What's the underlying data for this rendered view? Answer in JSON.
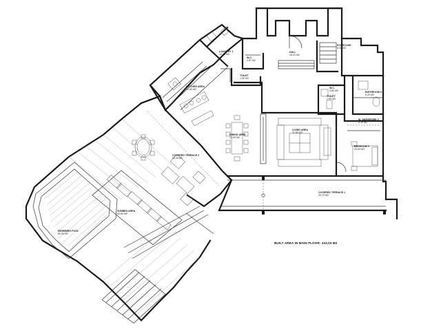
{
  "rooms": [
    {
      "id": "laundry",
      "name": "LAUNDRY 1",
      "area": "10,29 m2"
    },
    {
      "id": "wc_small",
      "name": "W.C.",
      "area": "2,57 m2"
    },
    {
      "id": "toilet_1",
      "name": "TOILET",
      "area": "1,50 m2"
    },
    {
      "id": "hall",
      "name": "HALL",
      "area": "18,20 m2"
    },
    {
      "id": "stairs",
      "name": "STAIRCASE",
      "area": "9,00 m2"
    },
    {
      "id": "kitchen",
      "name": "KITCHEN AREA",
      "area": "21,80 m2"
    },
    {
      "id": "dining",
      "name": "DINING AREA",
      "area": "21,00 m2"
    },
    {
      "id": "living",
      "name": "LIVING AREA",
      "area": "37,80 m2"
    },
    {
      "id": "wc_2",
      "name": "W.C.",
      "area": "3,80 m2"
    },
    {
      "id": "toilet_2",
      "name": "TOILET",
      "area": "1,90 m2"
    },
    {
      "id": "bathroom",
      "name": "BATHROOM 3",
      "area": "6,20 m2"
    },
    {
      "id": "wardrobe",
      "name": "W. WARDROBE 3",
      "area": "4,10 m2"
    },
    {
      "id": "bedroom",
      "name": "BEDROOM 3",
      "area": "20,60 m2"
    },
    {
      "id": "terrace_1",
      "name": "COVERED TERRACE 1",
      "area": "39,70 m2"
    },
    {
      "id": "terrace_2",
      "name": "COVERED TERRACE 2",
      "area": "29,40 m2"
    },
    {
      "id": "sunbed",
      "name": "SUNBED AREA",
      "area": "62,80 m2"
    },
    {
      "id": "pool",
      "name": "SWIMMING POOL",
      "area": "60,00 m2"
    }
  ],
  "built_area": "BUILT AREA IN MAIN FLOOR: 243,03 M2"
}
